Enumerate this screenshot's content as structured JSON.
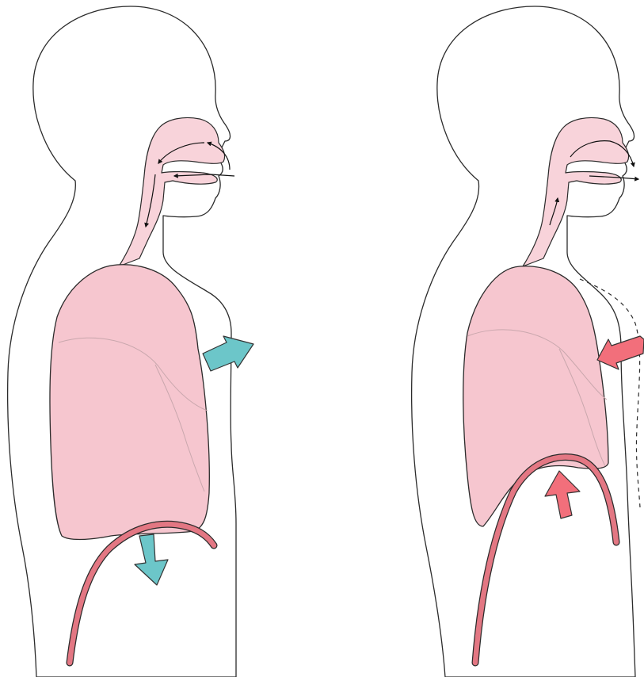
{
  "colors": {
    "background": "#ffffff",
    "outline": "#2b2b2b",
    "lung_fill": "#f6c6cf",
    "airway_fill": "#f8d3da",
    "diaphragm": "#e37783",
    "inhale_arrow": "#6cc6c9",
    "exhale_arrow": "#f26f7b",
    "fissure_line": "#c9a7ad"
  },
  "figures": [
    {
      "id": "inhalation",
      "airflow_direction": "inward",
      "chest_arrow_direction": "outward",
      "diaphragm_arrow_direction": "downward",
      "diaphragm_state": "flattened",
      "arrow_color_key": "inhale_arrow"
    },
    {
      "id": "exhalation",
      "airflow_direction": "outward",
      "chest_arrow_direction": "inward",
      "diaphragm_arrow_direction": "upward",
      "diaphragm_state": "domed",
      "arrow_color_key": "exhale_arrow"
    }
  ]
}
